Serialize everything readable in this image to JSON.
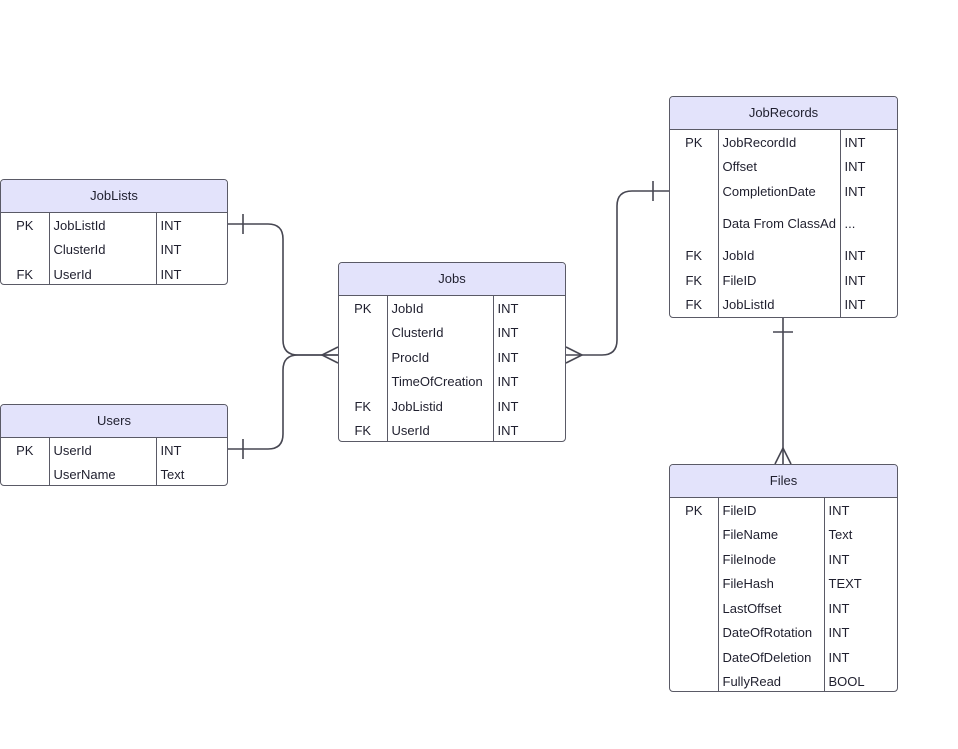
{
  "colors": {
    "header": "#e3e3fb",
    "border": "#5a5a66",
    "line": "#474752"
  },
  "entities": {
    "joblists": {
      "title": "JobLists",
      "rows": [
        {
          "key": "PK",
          "name": "JobListId",
          "type": "INT"
        },
        {
          "key": "",
          "name": "ClusterId",
          "type": "INT"
        },
        {
          "key": "FK",
          "name": "UserId",
          "type": "INT"
        }
      ]
    },
    "users": {
      "title": "Users",
      "rows": [
        {
          "key": "PK",
          "name": "UserId",
          "type": "INT"
        },
        {
          "key": "",
          "name": "UserName",
          "type": "Text"
        }
      ]
    },
    "jobs": {
      "title": "Jobs",
      "rows": [
        {
          "key": "PK",
          "name": "JobId",
          "type": "INT"
        },
        {
          "key": "",
          "name": "ClusterId",
          "type": "INT"
        },
        {
          "key": "",
          "name": "ProcId",
          "type": "INT"
        },
        {
          "key": "",
          "name": "TimeOfCreation",
          "type": "INT"
        },
        {
          "key": "FK",
          "name": "JobListid",
          "type": "INT"
        },
        {
          "key": "FK",
          "name": "UserId",
          "type": "INT"
        }
      ]
    },
    "jobrecords": {
      "title": "JobRecords",
      "rows": [
        {
          "key": "PK",
          "name": "JobRecordId",
          "type": "INT"
        },
        {
          "key": "",
          "name": "Offset",
          "type": "INT"
        },
        {
          "key": "",
          "name": "CompletionDate",
          "type": "INT"
        },
        {
          "key": "",
          "name": "Data From ClassAd",
          "type": "..."
        },
        {
          "key": "FK",
          "name": "JobId",
          "type": "INT"
        },
        {
          "key": "FK",
          "name": "FileID",
          "type": "INT"
        },
        {
          "key": "FK",
          "name": "JobListId",
          "type": "INT"
        }
      ]
    },
    "files": {
      "title": "Files",
      "rows": [
        {
          "key": "PK",
          "name": "FileID",
          "type": "INT"
        },
        {
          "key": "",
          "name": "FileName",
          "type": "Text"
        },
        {
          "key": "",
          "name": "FileInode",
          "type": "INT"
        },
        {
          "key": "",
          "name": "FileHash",
          "type": "TEXT"
        },
        {
          "key": "",
          "name": "LastOffset",
          "type": "INT"
        },
        {
          "key": "",
          "name": "DateOfRotation",
          "type": "INT"
        },
        {
          "key": "",
          "name": "DateOfDeletion",
          "type": "INT"
        },
        {
          "key": "",
          "name": "FullyRead",
          "type": "BOOL"
        }
      ]
    }
  }
}
